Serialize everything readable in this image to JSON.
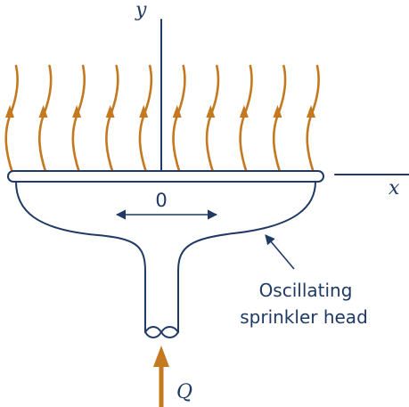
{
  "axes": {
    "x_label": "x",
    "y_label": "y"
  },
  "center_label": "0",
  "inflow_label": "Q",
  "annotation": {
    "line1": "Oscillating",
    "line2": "sprinkler head"
  },
  "colors": {
    "outline": "#1f3a64",
    "flow": "#c4781f"
  },
  "jet_count": 10
}
